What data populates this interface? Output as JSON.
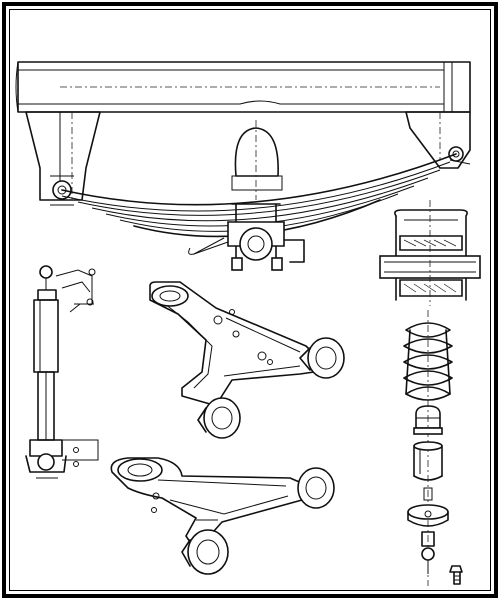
{
  "drawing": {
    "components": [
      {
        "id": "leaf-spring-assembly",
        "kind": "leaf spring with chassis rail and U-bolt clamp"
      },
      {
        "id": "shock-absorber",
        "kind": "telescopic damper"
      },
      {
        "id": "spring-pad",
        "kind": "rubber-insulated clamp pad"
      },
      {
        "id": "upper-control-arm",
        "kind": "A-arm with bushings"
      },
      {
        "id": "lower-control-arm",
        "kind": "A-arm with bushings"
      },
      {
        "id": "coil-spring",
        "kind": "helical spring"
      },
      {
        "id": "bump-stop",
        "kind": "rubber stop"
      },
      {
        "id": "spring-cup",
        "kind": "cylindrical seat"
      },
      {
        "id": "ball-joint",
        "kind": "joint with stud"
      },
      {
        "id": "mount-bolt",
        "kind": "hex bolt"
      }
    ],
    "colors": {
      "ink": "#111111",
      "paper": "#ffffff",
      "frame": "#000000"
    }
  }
}
